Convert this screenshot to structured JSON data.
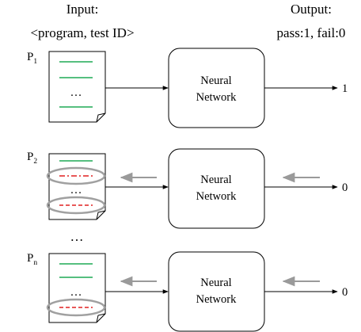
{
  "header": {
    "input_title": "Input:",
    "input_sub": "<program, test ID>",
    "output_title": "Output:",
    "output_sub": "pass:1, fail:0"
  },
  "rows": [
    {
      "label": "P",
      "sub": "1",
      "network": [
        "Neural",
        "Network"
      ],
      "output": "1"
    },
    {
      "label": "P",
      "sub": "2",
      "network": [
        "Neural",
        "Network"
      ],
      "output": "0"
    },
    {
      "label": "P",
      "sub": "n",
      "network": [
        "Neural",
        "Network"
      ],
      "output": "0"
    }
  ],
  "ellipsis": "…",
  "vertical_ellipsis": "…",
  "colors": {
    "pass_line": "#1faa55",
    "fail_line": "#e02020",
    "highlight": "#a0a0a0",
    "arrow": "#000000",
    "feedback_arrow": "#9a9a9a"
  }
}
